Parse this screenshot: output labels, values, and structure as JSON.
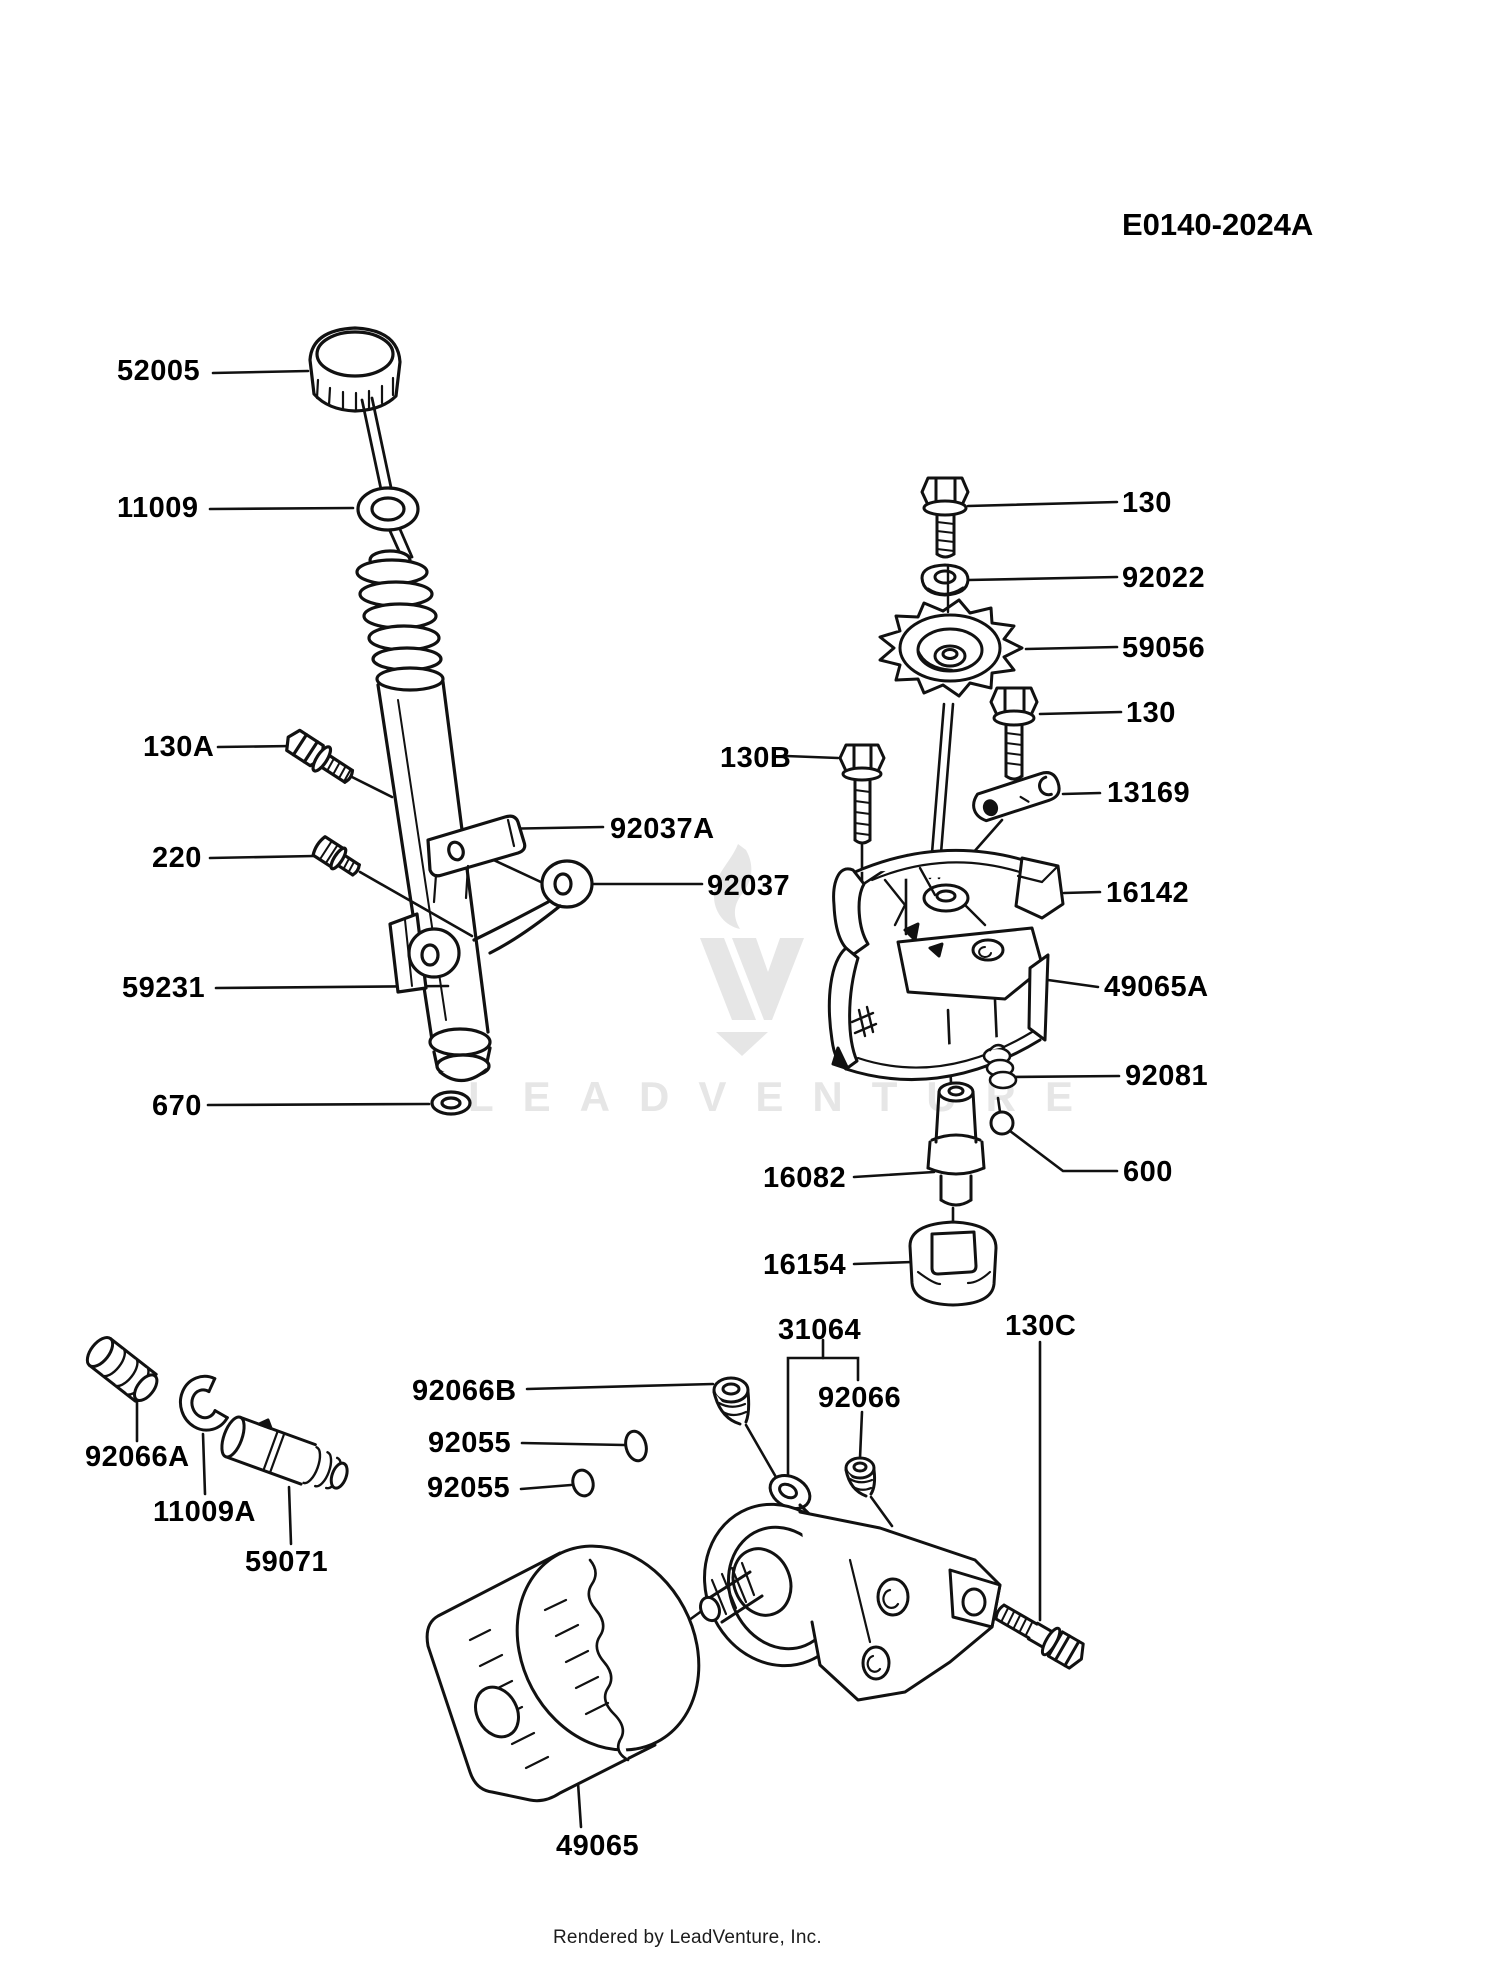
{
  "page": {
    "title_code": "E0140-2024A",
    "footer": "Rendered by LeadVenture, Inc.",
    "watermark_text": "LEADVENTURE",
    "colors": {
      "ink": "#111111",
      "watermark": "#e6e6e6",
      "background": "#ffffff"
    }
  },
  "labels": {
    "p52005": "52005",
    "p11009": "11009",
    "p130A": "130A",
    "p220": "220",
    "p59231": "59231",
    "p670": "670",
    "p92037A": "92037A",
    "p92037": "92037",
    "p130_top": "130",
    "p92022": "92022",
    "p59056": "59056",
    "p130_mid": "130",
    "p130B": "130B",
    "p13169": "13169",
    "p16142": "16142",
    "p49065A": "49065A",
    "p92081": "92081",
    "p600": "600",
    "p16082": "16082",
    "p16154": "16154",
    "p31064": "31064",
    "p130C": "130C",
    "p92066B": "92066B",
    "p92066": "92066",
    "p92055_1": "92055",
    "p92055_2": "92055",
    "p92066A": "92066A",
    "p11009A": "11009A",
    "p59071": "59071",
    "p49065": "49065"
  }
}
